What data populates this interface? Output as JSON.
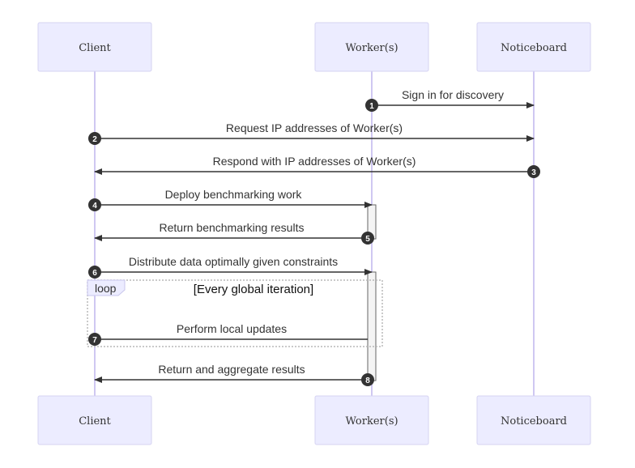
{
  "actors": [
    {
      "id": "client",
      "label": "Client"
    },
    {
      "id": "worker",
      "label": "Worker(s)"
    },
    {
      "id": "noticeboard",
      "label": "Noticeboard"
    }
  ],
  "messages": [
    {
      "seq": "1",
      "from": "worker",
      "to": "noticeboard",
      "text": "Sign in for discovery"
    },
    {
      "seq": "2",
      "from": "client",
      "to": "noticeboard",
      "text": "Request IP addresses of Worker(s)"
    },
    {
      "seq": "3",
      "from": "noticeboard",
      "to": "client",
      "text": "Respond with IP addresses of Worker(s)"
    },
    {
      "seq": "4",
      "from": "client",
      "to": "worker",
      "text": "Deploy benchmarking work"
    },
    {
      "seq": "5",
      "from": "worker",
      "to": "client",
      "text": "Return benchmarking results"
    },
    {
      "seq": "6",
      "from": "client",
      "to": "worker",
      "text": "Distribute data optimally given constraints"
    },
    {
      "seq": "7",
      "from": "worker",
      "to": "client",
      "text": "Perform local updates"
    },
    {
      "seq": "8",
      "from": "worker",
      "to": "client",
      "text": "Return and aggregate results"
    }
  ],
  "loop": {
    "label": "loop",
    "condition": "[Every global iteration]"
  },
  "colors": {
    "actor_fill": "#ececff",
    "lifeline": "#cfc8f2",
    "line": "#333333"
  }
}
